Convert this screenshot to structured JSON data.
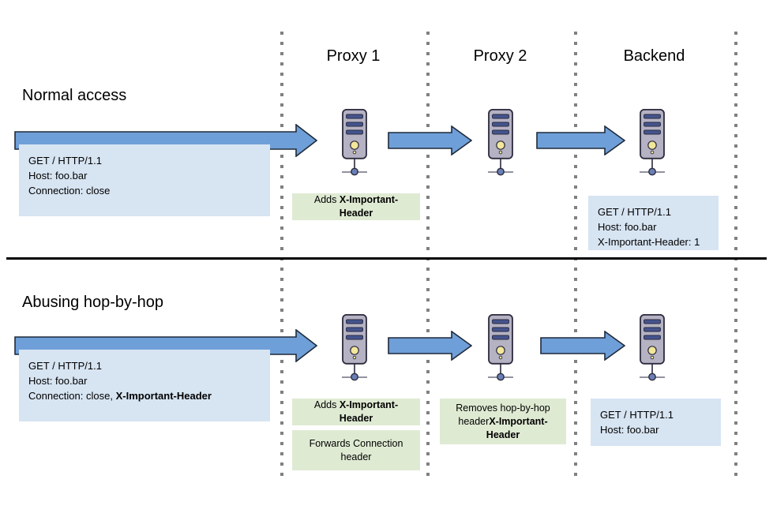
{
  "diagram": {
    "title": "HTTP hop-by-hop header abuse",
    "colors": {
      "arrow_fill": "#6f9fd8",
      "arrow_stroke": "#1f2a3a",
      "blue_box": "#d7e4f2",
      "green_box": "#dfead3",
      "dotted_line": "#808080",
      "divider": "#000000",
      "server_body": "#b4b2c3",
      "server_slot": "#44548f",
      "server_light": "#f2e79a",
      "server_outline": "#2b2b3d"
    },
    "columns": [
      {
        "id": "client",
        "label": ""
      },
      {
        "id": "proxy1",
        "label": "Proxy 1"
      },
      {
        "id": "proxy2",
        "label": "Proxy 2"
      },
      {
        "id": "backend",
        "label": "Backend"
      }
    ],
    "sections": [
      {
        "id": "normal-access",
        "title": "Normal access",
        "request_box": {
          "lines": [
            {
              "text": "GET / HTTP/1.1",
              "bold": ""
            },
            {
              "text": "Host: foo.bar",
              "bold": ""
            },
            {
              "text": "Connection: close",
              "bold": ""
            }
          ]
        },
        "notes": [
          {
            "id": "proxy1-note-1",
            "column": "proxy1",
            "lines": [
              {
                "text": "Adds ",
                "bold": "X-Important-Header"
              }
            ]
          }
        ],
        "result_box": {
          "column": "backend",
          "lines": [
            {
              "text": "GET / HTTP/1.1",
              "bold": ""
            },
            {
              "text": "Host: foo.bar",
              "bold": ""
            },
            {
              "text": "X-Important-Header: 1",
              "bold": ""
            }
          ]
        },
        "servers": [
          "proxy1",
          "proxy2",
          "backend"
        ],
        "arrows": [
          "client-to-proxy1",
          "proxy1-to-proxy2",
          "proxy2-to-backend"
        ]
      },
      {
        "id": "abusing-hop-by-hop",
        "title": "Abusing hop-by-hop",
        "request_box": {
          "lines": [
            {
              "text": "GET / HTTP/1.1",
              "bold": ""
            },
            {
              "text": "Host: foo.bar",
              "bold": ""
            },
            {
              "text": "Connection: close, ",
              "bold": "X-Important-Header"
            }
          ]
        },
        "notes": [
          {
            "id": "proxy1-note-1",
            "column": "proxy1",
            "lines": [
              {
                "text": "Adds ",
                "bold": "X-Important-Header"
              }
            ]
          },
          {
            "id": "proxy1-note-2",
            "column": "proxy1",
            "lines": [
              {
                "text": "Forwards Connection header",
                "bold": ""
              }
            ]
          },
          {
            "id": "proxy2-note-1",
            "column": "proxy2",
            "lines": [
              {
                "text": "Removes hop-by-hop header",
                "bold": "X-Important-Header"
              }
            ]
          }
        ],
        "result_box": {
          "column": "backend",
          "lines": [
            {
              "text": "GET / HTTP/1.1",
              "bold": ""
            },
            {
              "text": "Host: foo.bar",
              "bold": ""
            }
          ]
        },
        "servers": [
          "proxy1",
          "proxy2",
          "backend"
        ],
        "arrows": [
          "client-to-proxy1",
          "proxy1-to-proxy2",
          "proxy2-to-backend"
        ]
      }
    ]
  }
}
